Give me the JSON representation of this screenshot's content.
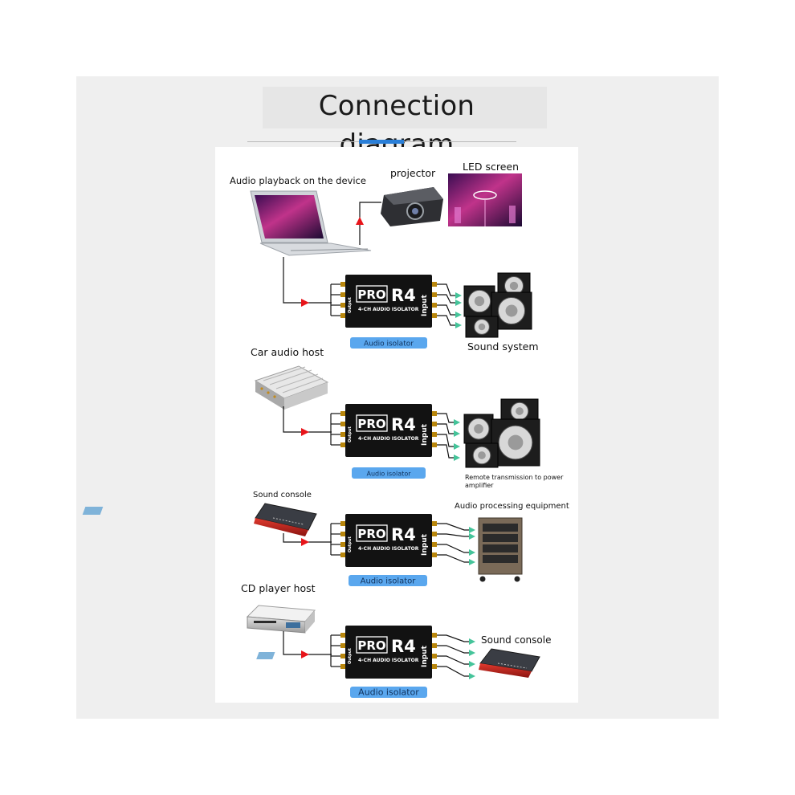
{
  "title": "Connection diagram",
  "colors": {
    "accent": "#2a7fd8",
    "arrow_in": "#e8141a",
    "arrow_out": "#45c49a",
    "pill": "#5aa7ee"
  },
  "sections": [
    {
      "source": "Audio playback on the device",
      "projector": "projector",
      "led": "LED screen",
      "device_label": "Audio isolator",
      "target": "Sound system"
    },
    {
      "source": "Car audio host",
      "device_label": "Audio isolator",
      "target": "Remote transmission to power amplifier"
    },
    {
      "source": "Sound console",
      "device_label": "Audio isolator",
      "target": "Audio processing equipment"
    },
    {
      "source": "CD player host",
      "device_label": "Audio isolator",
      "target": "Sound console"
    }
  ],
  "device": {
    "brand": "PRO",
    "model": "R4",
    "sub": "4-CH AUDIO ISOLATOR",
    "left": "Output",
    "right": "Input"
  }
}
